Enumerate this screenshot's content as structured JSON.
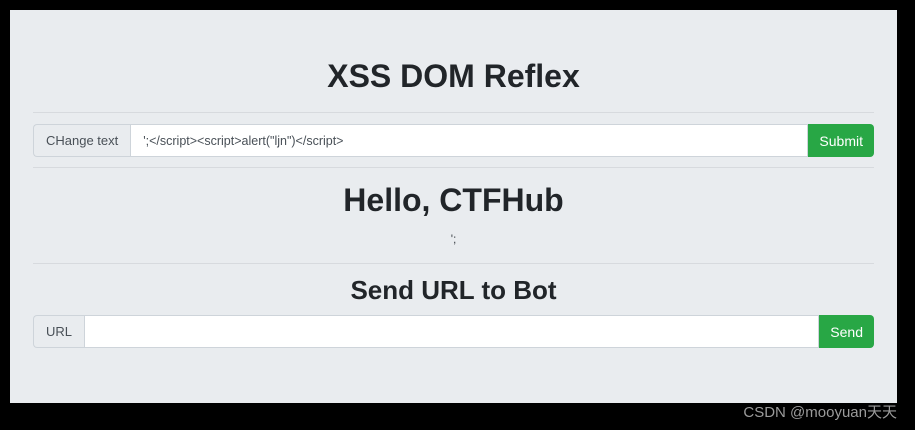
{
  "page": {
    "title": "XSS DOM Reflex",
    "hello_heading": "Hello, CTFHub",
    "reflected_output": "';",
    "bot_heading": "Send URL to Bot"
  },
  "change_form": {
    "label": "CHange text",
    "input_value": "';</script><script>alert(\"ljn\")</script>",
    "submit_label": "Submit"
  },
  "bot_form": {
    "label": "URL",
    "input_value": "",
    "send_label": "Send"
  },
  "watermark": "CSDN @mooyuan天天",
  "colors": {
    "accent_green": "#28a745",
    "page_bg": "#e9ecef",
    "frame": "#000000",
    "input_border": "#ced4da",
    "heading_text": "#212529"
  }
}
